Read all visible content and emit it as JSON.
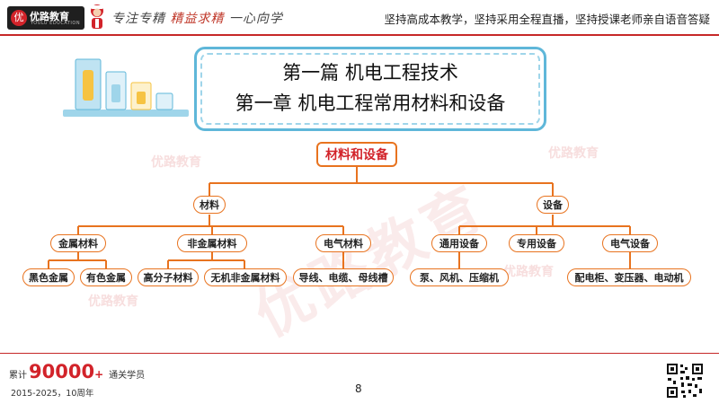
{
  "header": {
    "logo_mark": "优",
    "logo_name": "优路教育",
    "logo_sub": "YOULU EDUCATION",
    "slogan_part1": "专注专精",
    "slogan_part2": "精益求精",
    "slogan_part3": "一心向学",
    "tagline": "坚持高成本教学，坚持采用全程直播，坚持授课老师亲自语音答疑"
  },
  "banner": {
    "title_line1": "第一篇  机电工程技术",
    "title_line2": "第一章  机电工程常用材料和设备"
  },
  "watermark": "优路教育",
  "tree": {
    "root": "材料和设备",
    "branches": [
      {
        "label": "材料",
        "children": [
          {
            "label": "金属材料",
            "leaves": [
              "黑色金属",
              "有色金属"
            ]
          },
          {
            "label": "非金属材料",
            "leaves": [
              "高分子材料",
              "无机非金属材料"
            ]
          },
          {
            "label": "电气材料",
            "leaves": [
              "导线、电缆、母线槽"
            ]
          }
        ]
      },
      {
        "label": "设备",
        "children": [
          {
            "label": "通用设备",
            "leaves": [
              "泵、风机、压缩机"
            ]
          },
          {
            "label": "专用设备",
            "leaves": []
          },
          {
            "label": "电气设备",
            "leaves": [
              "配电柜、变压器、电动机"
            ]
          }
        ]
      }
    ]
  },
  "footer": {
    "stats_prefix": "累计",
    "stats_number": "90000",
    "stats_plus": "+",
    "stats_suffix": "通关学员",
    "years": "2015-2025，10周年",
    "page_number": "8"
  },
  "colors": {
    "brand_red": "#d2232a",
    "line_orange": "#e8731f",
    "banner_blue": "#5fb7d9"
  }
}
